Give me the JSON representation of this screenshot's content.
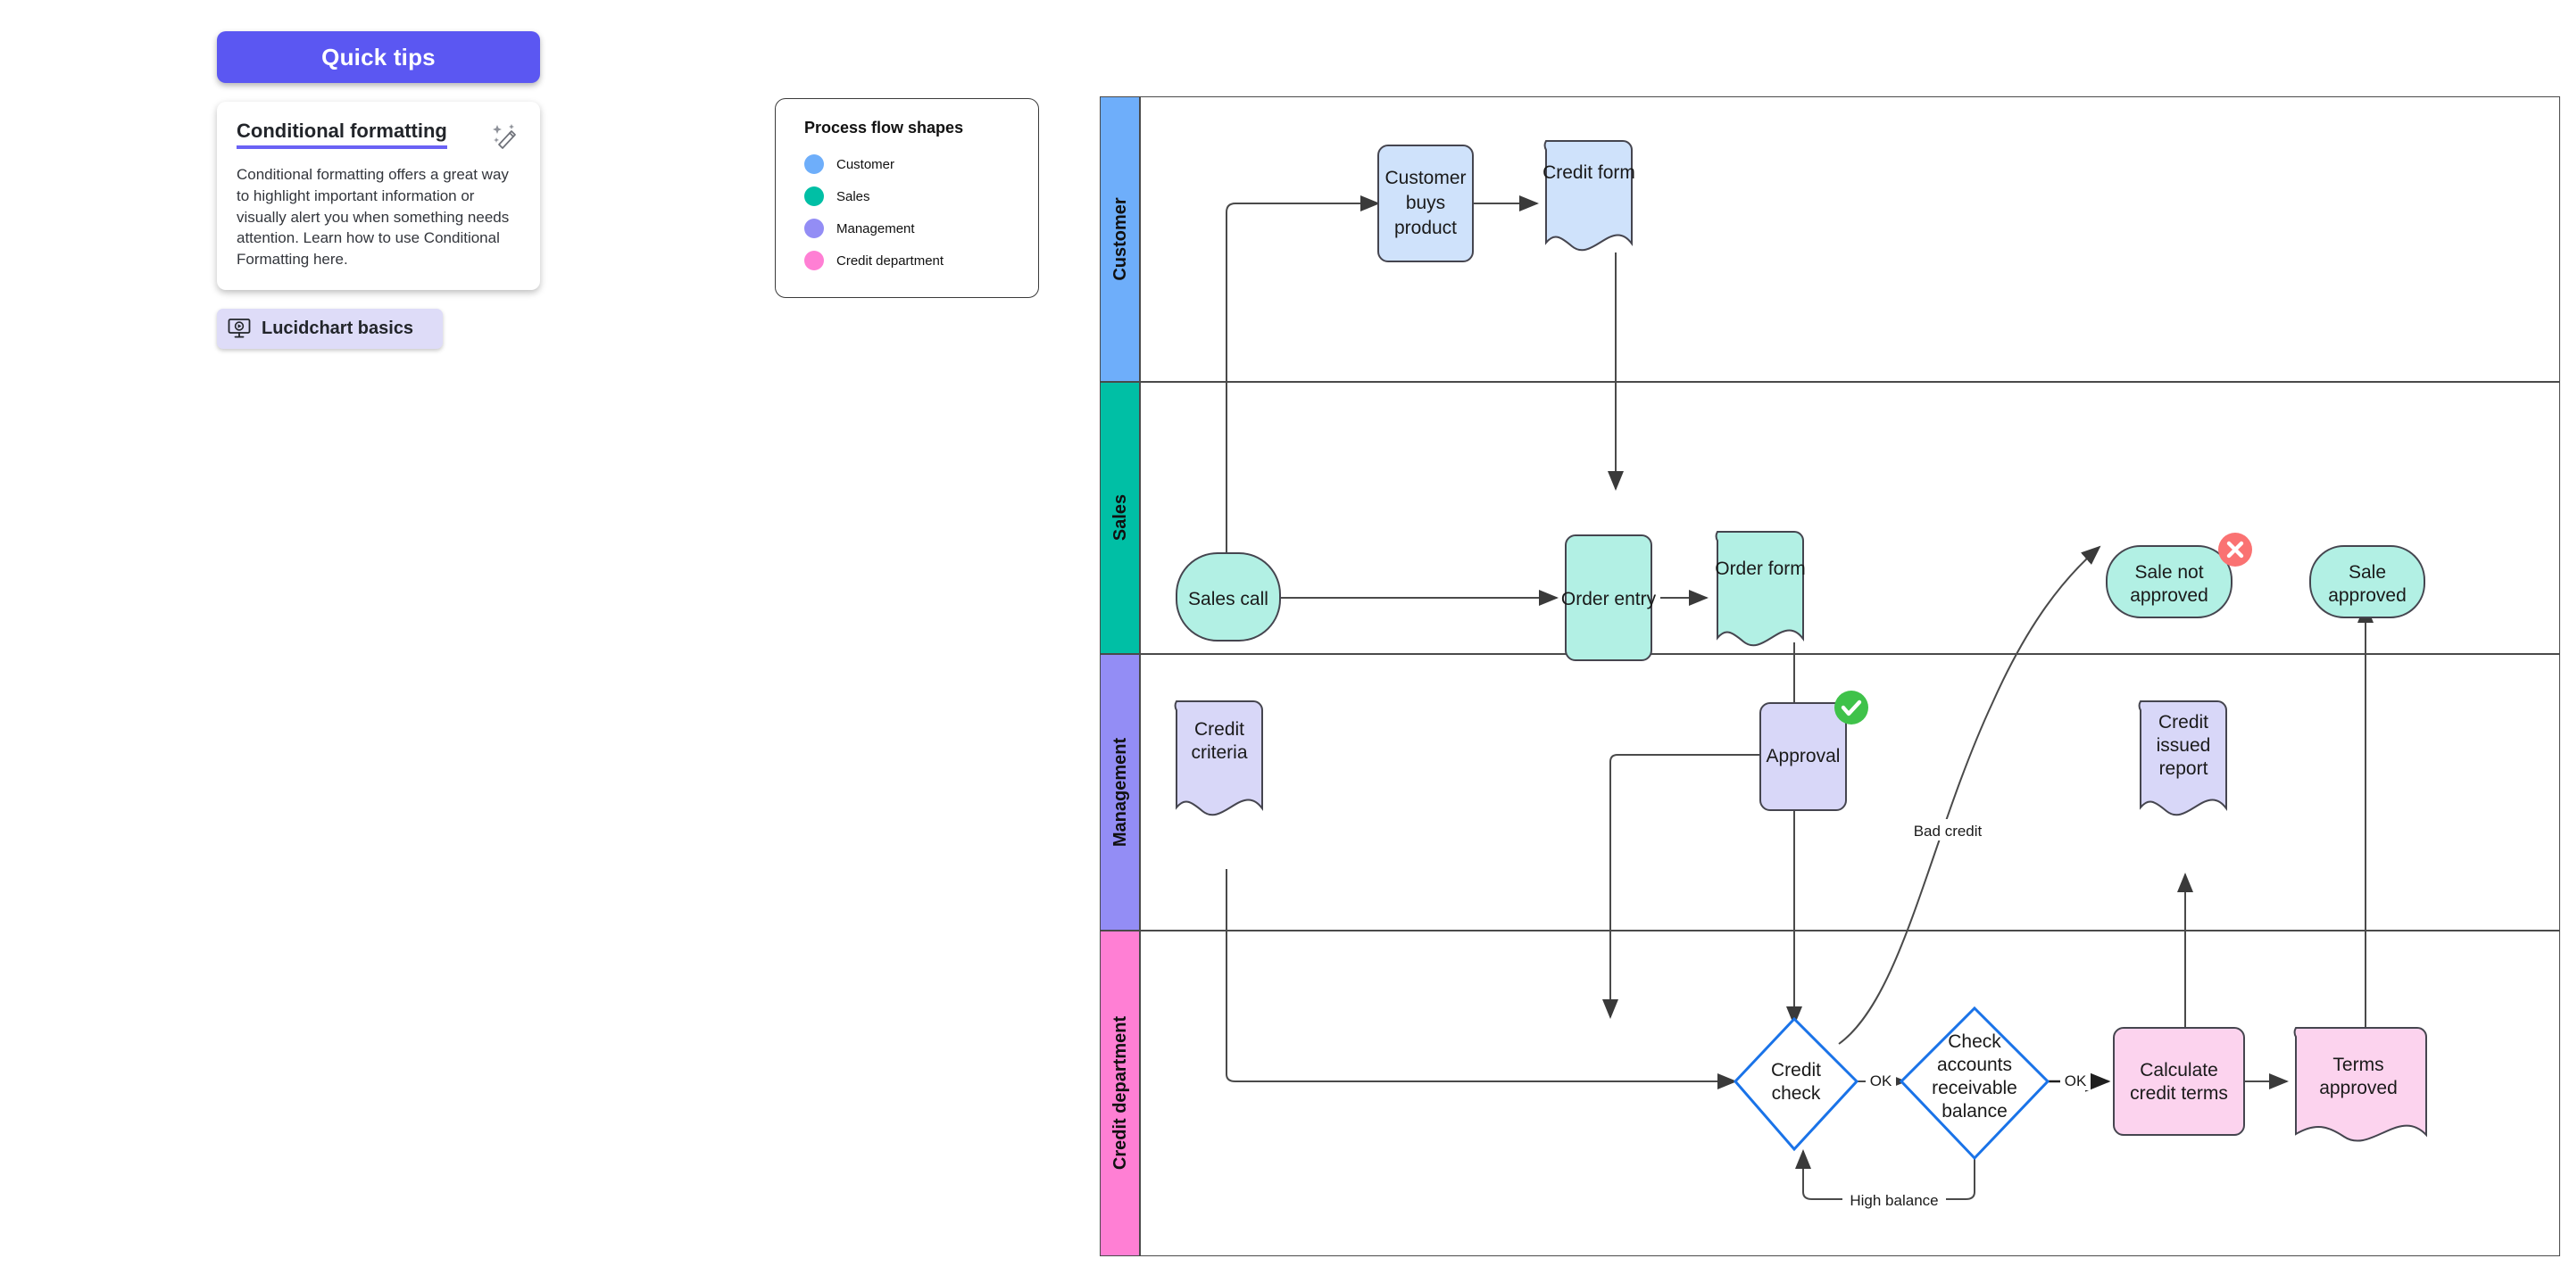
{
  "quick_tips": {
    "header_label": "Quick tips",
    "tip_title": "Conditional formatting",
    "tip_body": "Conditional formatting offers a great way to highlight important information or visually alert you when something needs attention. Learn how to use Conditional Formatting here.",
    "basics_label": "Lucidchart basics",
    "wand_icon": "magic-wand-icon",
    "monitor_icon": "monitor-video-icon",
    "accent_color": "#5b57f2"
  },
  "legend": {
    "title": "Process flow shapes",
    "items": [
      {
        "label": "Customer",
        "color": "#6eaefa"
      },
      {
        "label": "Sales",
        "color": "#00bfa5"
      },
      {
        "label": "Management",
        "color": "#938df5"
      },
      {
        "label": "Credit department",
        "color": "#ff7fd4"
      }
    ]
  },
  "diagram": {
    "type": "swimlane-flowchart",
    "lanes": [
      {
        "name": "Customer",
        "color": "#6eaefa"
      },
      {
        "name": "Sales",
        "color": "#00bfa5"
      },
      {
        "name": "Management",
        "color": "#938df5"
      },
      {
        "name": "Credit department",
        "color": "#ff7fd4"
      }
    ],
    "nodes": [
      {
        "id": "customer-buys-product",
        "label": [
          "Customer",
          "buys",
          "product"
        ],
        "shape": "rounded-rect",
        "lane": "Customer",
        "fill": "#cfe2fb"
      },
      {
        "id": "credit-form",
        "label": [
          "Credit form"
        ],
        "shape": "document",
        "lane": "Customer",
        "fill": "#cfe2fb"
      },
      {
        "id": "sales-call",
        "label": [
          "Sales call"
        ],
        "shape": "terminator",
        "lane": "Sales",
        "fill": "#b2f0e4"
      },
      {
        "id": "order-entry",
        "label": [
          "Order entry"
        ],
        "shape": "rounded-rect",
        "lane": "Sales",
        "fill": "#b2f0e4"
      },
      {
        "id": "order-form",
        "label": [
          "Order form"
        ],
        "shape": "document",
        "lane": "Sales",
        "fill": "#b2f0e4"
      },
      {
        "id": "sale-not-approved",
        "label": [
          "Sale not",
          "approved"
        ],
        "shape": "terminator",
        "lane": "Sales",
        "fill": "#b2f0e4",
        "badge": "error"
      },
      {
        "id": "sale-approved",
        "label": [
          "Sale",
          "approved"
        ],
        "shape": "terminator",
        "lane": "Sales",
        "fill": "#b2f0e4"
      },
      {
        "id": "credit-criteria",
        "label": [
          "Credit",
          "criteria"
        ],
        "shape": "document",
        "lane": "Management",
        "fill": "#d8d7f8"
      },
      {
        "id": "approval",
        "label": [
          "Approval"
        ],
        "shape": "rounded-rect",
        "lane": "Management",
        "fill": "#d8d7f8",
        "badge": "success"
      },
      {
        "id": "credit-issued-report",
        "label": [
          "Credit",
          "issued",
          "report"
        ],
        "shape": "document",
        "lane": "Management",
        "fill": "#d8d7f8"
      },
      {
        "id": "credit-check",
        "label": [
          "Credit",
          "check"
        ],
        "shape": "diamond",
        "lane": "Credit department",
        "fill": "#ffffff"
      },
      {
        "id": "check-accounts-receivable-balance",
        "label": [
          "Check",
          "accounts",
          "receivable",
          "balance"
        ],
        "shape": "diamond",
        "lane": "Credit department",
        "fill": "#ffffff"
      },
      {
        "id": "calculate-credit-terms",
        "label": [
          "Calculate",
          "credit terms"
        ],
        "shape": "rounded-rect",
        "lane": "Credit department",
        "fill": "#fcd3ee"
      },
      {
        "id": "terms-approved",
        "label": [
          "Terms",
          "approved"
        ],
        "shape": "document",
        "lane": "Credit department",
        "fill": "#fcd3ee"
      }
    ],
    "edges": [
      {
        "from": "sales-call",
        "to": "customer-buys-product",
        "label": ""
      },
      {
        "from": "customer-buys-product",
        "to": "credit-form",
        "label": ""
      },
      {
        "from": "credit-form",
        "to": "order-entry",
        "label": ""
      },
      {
        "from": "sales-call",
        "to": "order-entry",
        "label": ""
      },
      {
        "from": "order-entry",
        "to": "order-form",
        "label": ""
      },
      {
        "from": "order-form",
        "to": "credit-check",
        "label": ""
      },
      {
        "from": "credit-criteria",
        "to": "credit-check",
        "label": ""
      },
      {
        "from": "credit-check",
        "to": "sale-not-approved",
        "label": "Bad credit"
      },
      {
        "from": "credit-check",
        "to": "check-accounts-receivable-balance",
        "label": "OK"
      },
      {
        "from": "check-accounts-receivable-balance",
        "to": "calculate-credit-terms",
        "label": "OK"
      },
      {
        "from": "check-accounts-receivable-balance",
        "to": "credit-check",
        "label": "High balance"
      },
      {
        "from": "calculate-credit-terms",
        "to": "credit-issued-report",
        "label": ""
      },
      {
        "from": "calculate-credit-terms",
        "to": "terms-approved",
        "label": ""
      },
      {
        "from": "terms-approved",
        "to": "sale-approved",
        "label": ""
      },
      {
        "from": "approval",
        "to": "credit-check",
        "label": ""
      }
    ],
    "edge_labels": {
      "ok1": "OK",
      "ok2": "OK",
      "bad_credit": "Bad credit",
      "high_balance": "High balance"
    },
    "badges": {
      "success_color": "#3fc24a",
      "error_color": "#fa7272",
      "success_glyph": "✔",
      "error_glyph": "✕"
    }
  }
}
